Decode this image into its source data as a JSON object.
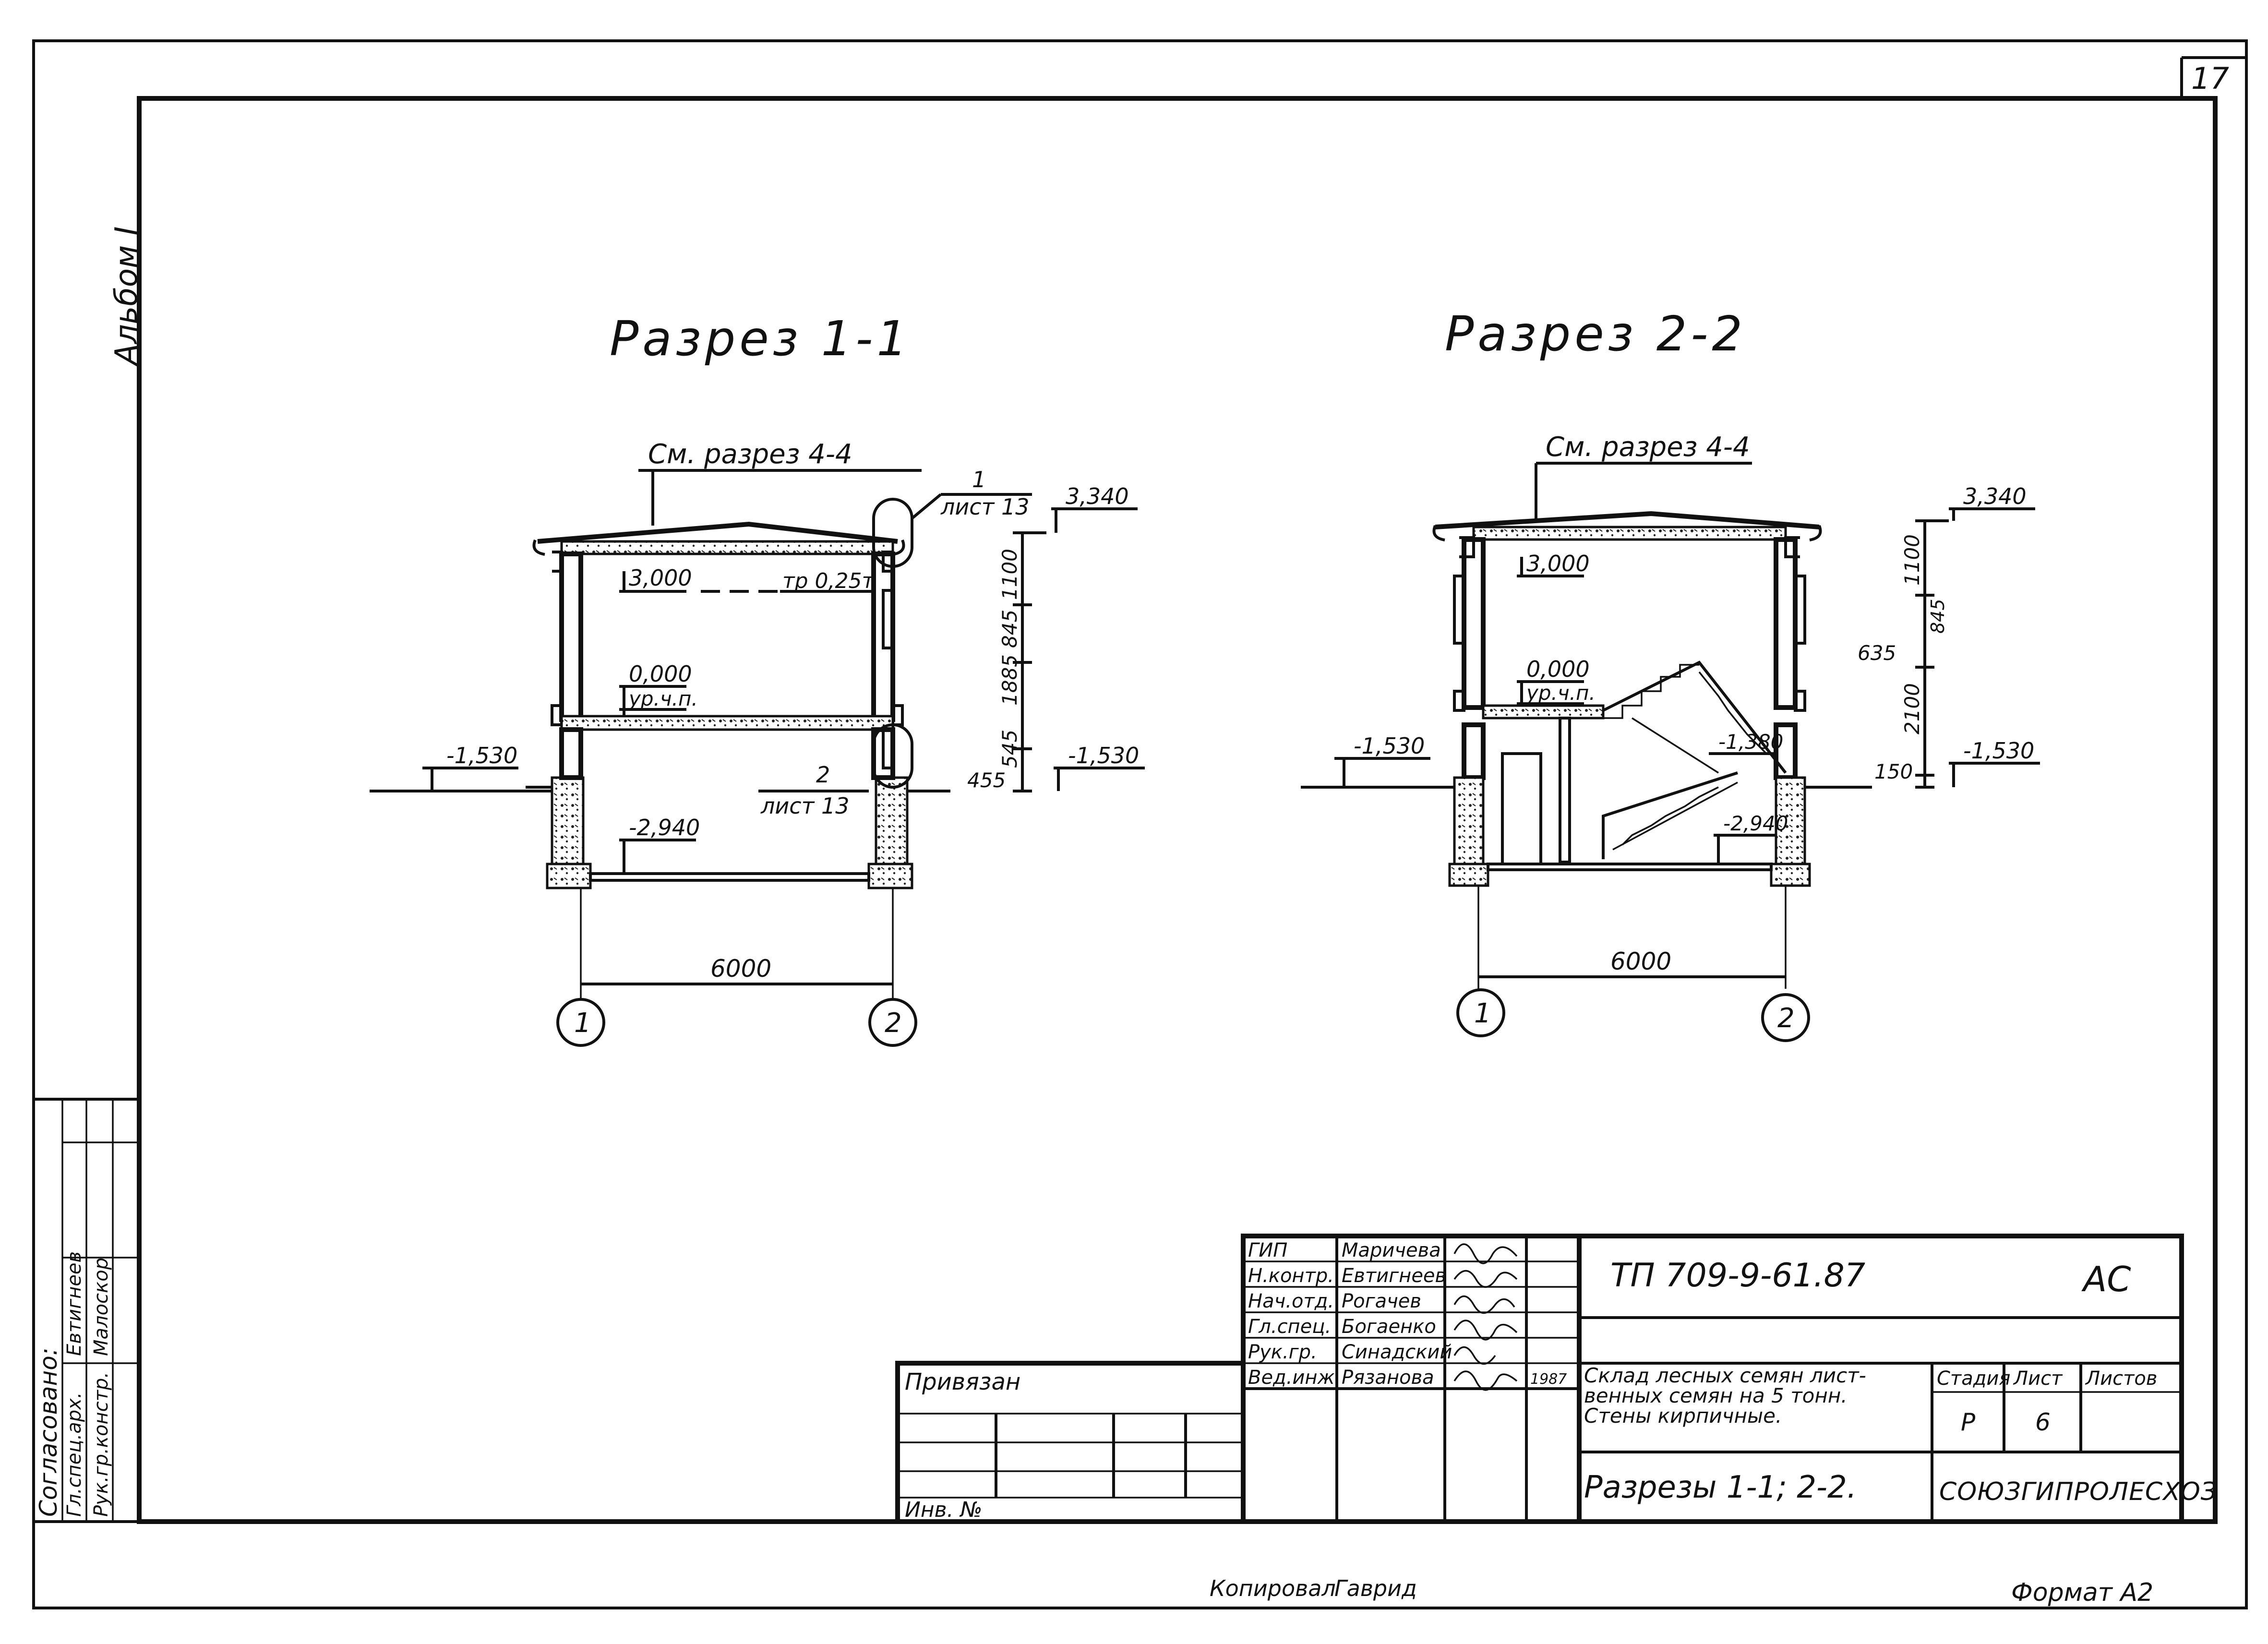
{
  "sheet": {
    "number": "17",
    "album": "Альбом I",
    "copied_by": "Копировал",
    "copied_by_name": "Гаврид",
    "format": "Формат А2"
  },
  "approval": {
    "header": "Согласовано:",
    "rows": [
      {
        "role": "Гл.спец.арх.",
        "name": "Евтигнеев"
      },
      {
        "role": "Рук.гр.констр.",
        "name": "Малоскор"
      }
    ]
  },
  "section1": {
    "title": "Разрез 1-1",
    "see_ref": "См. разрез 4-4",
    "callout1_num": "1",
    "callout1_sheet": "лист 13",
    "callout2_num": "2",
    "callout2_sheet": "лист 13",
    "elev_top": "3,340",
    "elev_ceiling": "3,000",
    "crane_note": "тр 0,25т",
    "elev_floor": "0,000",
    "floor_label": "ур.ч.п.",
    "elev_left": "-1,530",
    "elev_right": "-1,530",
    "elev_basement": "-2,940",
    "dims_right": [
      "1100",
      "845",
      "1885",
      "545",
      "455"
    ],
    "span": "6000",
    "axis_a": "1",
    "axis_b": "2"
  },
  "section2": {
    "title": "Разрез 2-2",
    "see_ref": "См. разрез 4-4",
    "elev_top": "3,340",
    "elev_ceiling": "3,000",
    "elev_floor": "0,000",
    "floor_label": "ур.ч.п.",
    "elev_left": "-1,530",
    "elev_right": "-1,530",
    "elev_landing": "-1,380",
    "elev_basement": "-2,940",
    "dims_right": [
      "1100",
      "845",
      "635",
      "2100",
      "150"
    ],
    "span": "6000",
    "axis_a": "1",
    "axis_b": "2"
  },
  "title_block": {
    "staff": [
      {
        "role": "ГИП",
        "name": "Маричева"
      },
      {
        "role": "Н.контр.",
        "name": "Евтигнеев"
      },
      {
        "role": "Нач.отд.",
        "name": "Рогачев"
      },
      {
        "role": "Гл.спец.",
        "name": "Богаенко"
      },
      {
        "role": "Рук.гр.",
        "name": "Синадский"
      },
      {
        "role": "Вед.инж.",
        "name": "Рязанова"
      }
    ],
    "year": "1987",
    "bound_label": "Привязан",
    "inv_label": "Инв. №",
    "doc_code": "ТП 709-9-61.87",
    "mark": "АС",
    "object_line1": "Склад лесных семян лист-",
    "object_line2": "венных семян на 5 тонн.",
    "object_line3": "Стены кирпичные.",
    "stage_label": "Стадия",
    "sheet_label": "Лист",
    "sheets_label": "Листов",
    "stage_value": "Р",
    "sheet_value": "6",
    "sheet_title": "Разрезы 1-1; 2-2.",
    "organization": "СОЮЗГИПРОЛЕСХОЗ"
  }
}
